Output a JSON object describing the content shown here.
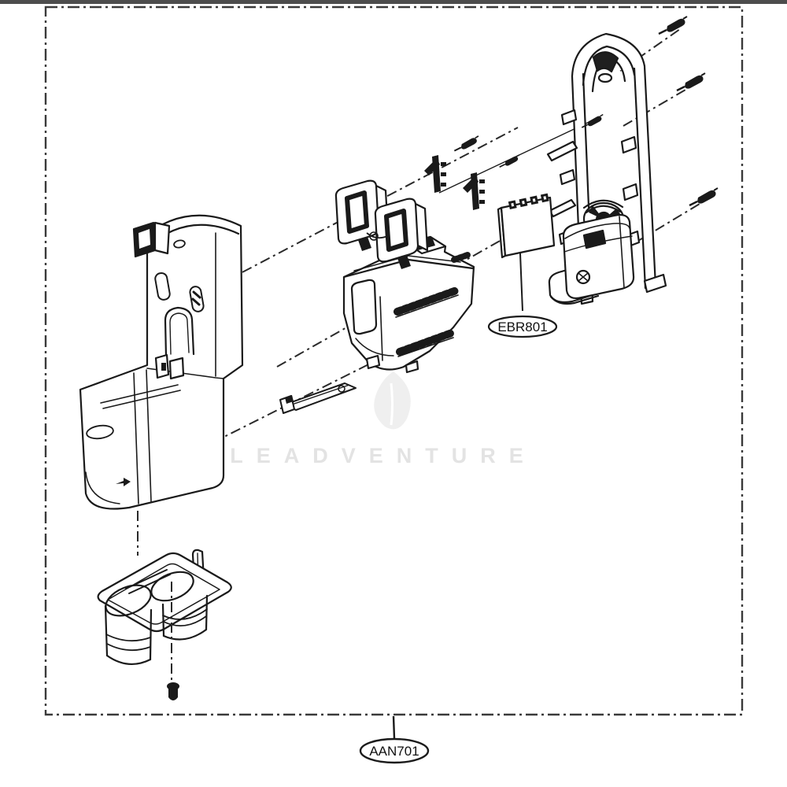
{
  "page": {
    "background": "#ffffff",
    "top_edge_color": "#4d4d4d"
  },
  "diagram": {
    "kind": "exploded-parts-diagram",
    "line_color": "#1a1a1a",
    "border_style": "dash-dot",
    "callouts": {
      "control_board_label": "EBR801",
      "assembly_label": "AAN701"
    },
    "watermark": {
      "text": "LEADVENTURE",
      "color": "#e3e3e3"
    },
    "parts": [
      "dispenser-housing",
      "base-plate-with-cups",
      "funnel-housing",
      "micro-switch-1",
      "micro-switch-2",
      "clip-bracket-1",
      "clip-bracket-2",
      "lever-bar",
      "control-board-pcb",
      "mounting-bracket-frame",
      "motor-assembly",
      "screws"
    ]
  }
}
